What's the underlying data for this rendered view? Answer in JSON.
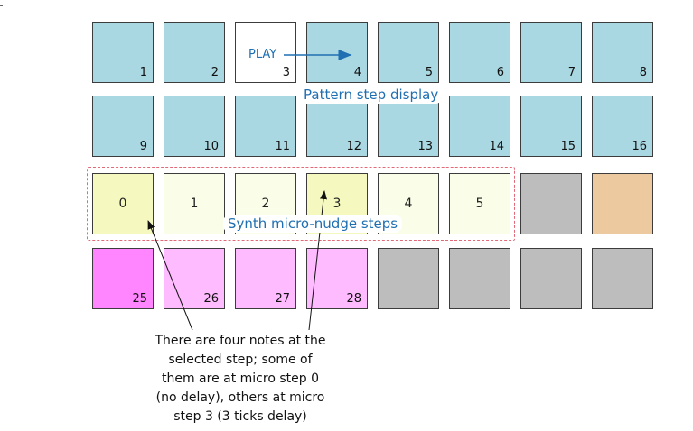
{
  "pattern_row1": [
    "1",
    "2",
    "3",
    "4",
    "5",
    "6",
    "7",
    "8"
  ],
  "pattern_row2": [
    "9",
    "10",
    "11",
    "12",
    "13",
    "14",
    "15",
    "16"
  ],
  "micro_steps": [
    "0",
    "1",
    "2",
    "3",
    "4",
    "5"
  ],
  "bottom_row": [
    "25",
    "26",
    "27",
    "28"
  ],
  "labels": {
    "play": "PLAY",
    "pattern_step_display": "Pattern step display",
    "synth_micro_nudge_steps": "Synth micro-nudge steps"
  },
  "note_lines": [
    "There are four notes at the",
    "selected step; some of",
    "them are at micro step 0",
    "(no delay), others at micro",
    "step 3 (3 ticks delay)"
  ],
  "colors": {
    "pattern_pad": "#aad8e2",
    "play_pad": "#ffffff",
    "micro_selected": "#f5f9bf",
    "micro_default": "#fafde8",
    "disabled_pad": "#bdbdbd",
    "orange_pad": "#edc9a0",
    "pink_strong": "#ff86ff",
    "pink_light": "#ffbbff",
    "annotation_blue": "#1f6fb2",
    "dash_red": "#e26a78"
  }
}
